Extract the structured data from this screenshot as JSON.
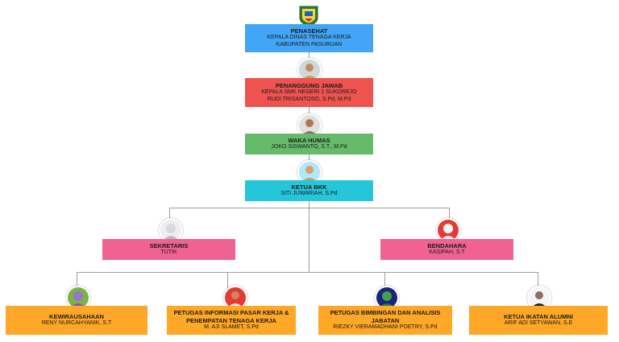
{
  "org": {
    "penasehat": {
      "role": "PENASEHAT",
      "line1": "KEPALA DINAS TENAGA KERJA",
      "line2": "KABUPATEN PASURUAN"
    },
    "penanggung": {
      "role": "PENANGGUNG JAWAB",
      "line1": "KEPALA SMK NEGERI 1 SUKOREJO",
      "line2": "RUDI TRISANTOSO, S.Pd, M.Pd"
    },
    "waka": {
      "role": "WAKA HUMAS",
      "line1": "JOKO SISWANTO, S.T., M.Pd"
    },
    "ketua": {
      "role": "KETUA BKK",
      "line1": "SITI JUWARIAH, S.Pd"
    },
    "sekretaris": {
      "role": "SEKRETARIS",
      "line1": "TUTIK"
    },
    "bendahara": {
      "role": "BENDAHARA",
      "line1": "KASIPAH, S.T"
    },
    "kewirausahaan": {
      "role": "KEWIRAUSAHAAN",
      "line1": "RENY NURCAHYANIK, S.T"
    },
    "petugas_info": {
      "role": "PETUGAS INFORMASI PASAR KERJA &",
      "role2": "PENEMPATAN  TENAGA KERJA",
      "line1": "M. AJI SLAMET, S.Pd"
    },
    "petugas_bimbingan": {
      "role": "PETUGAS BIMBINGAN DAN ANALISIS JABATAN",
      "line1": "RIEZKY VIERAMADHANI POETRY, S.Pd"
    },
    "ikatan_alumni": {
      "role": "KETUA IKATAN  ALUMNI",
      "line1": "ARIF ADI SETYAWAN, S.E"
    }
  },
  "colors": {
    "blue": "#42a5f5",
    "red": "#ef5350",
    "green": "#66bb6a",
    "cyan": "#26c6da",
    "pink": "#f06292",
    "orange": "#ffa726",
    "line": "#9e9e9e"
  },
  "icons": {
    "logo": "regency-emblem-icon",
    "person": "person-photo-icon"
  }
}
